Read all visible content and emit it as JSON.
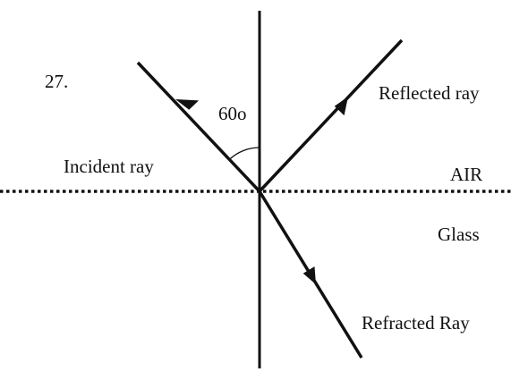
{
  "question_number": "27.",
  "angle_label": "60o",
  "labels": {
    "incident": "Incident ray",
    "reflected": "Reflected ray",
    "refracted": "Refracted Ray",
    "upper_medium": "AIR",
    "lower_medium": "Glass"
  },
  "colors": {
    "ink": "#111111",
    "background": "#ffffff"
  }
}
